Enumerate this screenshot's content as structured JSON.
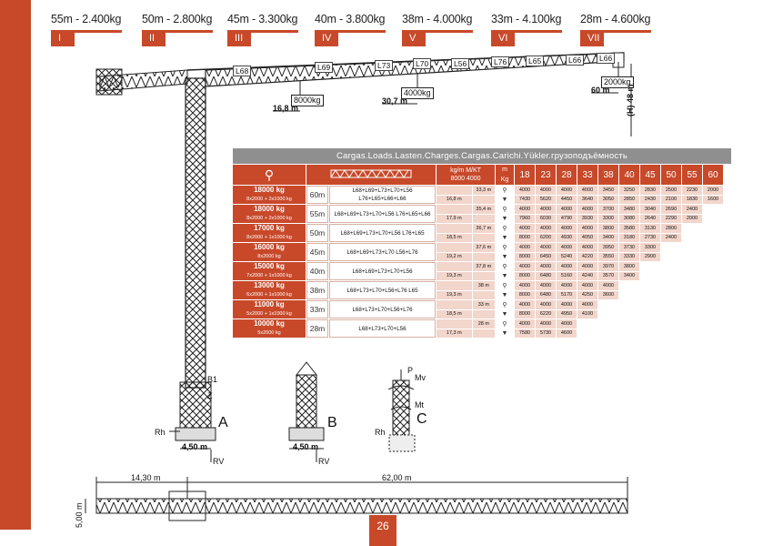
{
  "configs": [
    {
      "label": "55m - 2.400kg",
      "roman": "I"
    },
    {
      "label": "50m - 2.800kg",
      "roman": "II"
    },
    {
      "label": "45m - 3.300kg",
      "roman": "III"
    },
    {
      "label": "40m - 3.800kg",
      "roman": "IV"
    },
    {
      "label": "38m - 4.000kg",
      "roman": "V"
    },
    {
      "label": "33m - 4.100kg",
      "roman": "VI"
    },
    {
      "label": "28m - 4.600kg",
      "roman": "VII"
    }
  ],
  "jib_segments": [
    "L68",
    "L69",
    "L73",
    "L70",
    "L56",
    "L76",
    "L65",
    "L66",
    "L66"
  ],
  "drawing": {
    "w8000": "8000kg",
    "d168": "16,8 m",
    "w4000": "4000kg",
    "d307": "30,7 m",
    "w2000": "2000kg",
    "d60": "60 m",
    "h48": "(H) 48 m",
    "b1": "B1",
    "z": "Z",
    "rh": "Rh",
    "rv": "RV",
    "base": "4,50 m",
    "a": "A",
    "b": "B",
    "c": "C",
    "p": "P",
    "mv": "Mv",
    "mt": "Mt",
    "w1430": "14,30 m",
    "w6200": "62,00 m",
    "h500": "5,00 m"
  },
  "table": {
    "title": "Cargas.Loads.Lasten.Charges.Cargas.Carichi.Yükler.грузоподъёмность",
    "h_kgm": "kg/m",
    "h_mkr": "M/KT",
    "h_8000": "8000",
    "h_4000": "4000",
    "h_m": "m",
    "h_kg": "Kg",
    "radii": [
      "18",
      "23",
      "28",
      "33",
      "38",
      "40",
      "45",
      "50",
      "55",
      "60"
    ],
    "rows": [
      {
        "w": "18000 kg",
        "wsub": "8x2000 + 2x1000 kg",
        "jib": "60m",
        "combo": "L68+L69+L73+L70+L56 L76+L65+L66+L66",
        "m1": "33,3 m",
        "m2": "16,8 m",
        "r1": [
          "4000",
          "4000",
          "4000",
          "4000",
          "3450",
          "3250",
          "2830",
          "2500",
          "2230",
          "2000"
        ],
        "r2": [
          "7430",
          "5620",
          "4450",
          "3640",
          "3050",
          "2850",
          "2430",
          "2100",
          "1830",
          "1600"
        ]
      },
      {
        "w": "18000 kg",
        "wsub": "8x2000 + 2x1000 kg",
        "jib": "55m",
        "combo": "L68+L69+L73+L70+L56 L76+L65+L66",
        "m1": "35,4 m",
        "m2": "17,9 m",
        "r1": [
          "4000",
          "4000",
          "4000",
          "4000",
          "3700",
          "3480",
          "3040",
          "2690",
          "2400"
        ],
        "r2": [
          "7960",
          "6030",
          "4790",
          "3930",
          "3300",
          "3080",
          "2640",
          "2290",
          "2000"
        ]
      },
      {
        "w": "17000 kg",
        "wsub": "8x2000 + 1x1000 kg",
        "jib": "50m",
        "combo": "L68+L69+L73+L70+L56 L76+L65",
        "m1": "36,7 m",
        "m2": "18,5 m",
        "r1": [
          "4000",
          "4000",
          "4000",
          "4000",
          "3800",
          "3580",
          "3130",
          "2800"
        ],
        "r2": [
          "8000",
          "6200",
          "4930",
          "4050",
          "3400",
          "3180",
          "2730",
          "2400"
        ]
      },
      {
        "w": "16000 kg",
        "wsub": "8x2000 kg",
        "jib": "45m",
        "combo": "L68+L69+L73+L70 L56+L76",
        "m1": "37,6 m",
        "m2": "19,2 m",
        "r1": [
          "4000",
          "4000",
          "4000",
          "4000",
          "3950",
          "3730",
          "3300"
        ],
        "r2": [
          "8000",
          "6450",
          "5240",
          "4220",
          "3550",
          "3330",
          "2900"
        ]
      },
      {
        "w": "15000 kg",
        "wsub": "7x2000 + 1x1000 kg",
        "jib": "40m",
        "combo": "L68+L69+L73+L70+L56",
        "m1": "37,8 m",
        "m2": "19,3 m",
        "r1": [
          "4000",
          "4000",
          "4000",
          "4000",
          "3970",
          "3800"
        ],
        "r2": [
          "8000",
          "6480",
          "5160",
          "4240",
          "3570",
          "3400"
        ]
      },
      {
        "w": "13000 kg",
        "wsub": "6x2000 + 1x1000 kg",
        "jib": "38m",
        "combo": "L68+L73+L70+L56+L76 L65",
        "m1": "38 m",
        "m2": "19,3 m",
        "r1": [
          "4000",
          "4000",
          "4000",
          "4000",
          "4000"
        ],
        "r2": [
          "8000",
          "6480",
          "5170",
          "4250",
          "3600"
        ]
      },
      {
        "w": "11000 kg",
        "wsub": "5x2000 + 1x1000 kg",
        "jib": "33m",
        "combo": "L68+L73+L70+L56+L76",
        "m1": "33 m",
        "m2": "18,5 m",
        "r1": [
          "4000",
          "4000",
          "4000",
          "4000"
        ],
        "r2": [
          "8000",
          "6220",
          "4950",
          "4100"
        ]
      },
      {
        "w": "10000 kg",
        "wsub": "5x2000 kg",
        "jib": "28m",
        "combo": "L68+L73+L70+L56",
        "m1": "28 m",
        "m2": "17,3 m",
        "r1": [
          "4000",
          "4000",
          "4000"
        ],
        "r2": [
          "7580",
          "5730",
          "4600"
        ]
      }
    ]
  },
  "page_number": "26"
}
